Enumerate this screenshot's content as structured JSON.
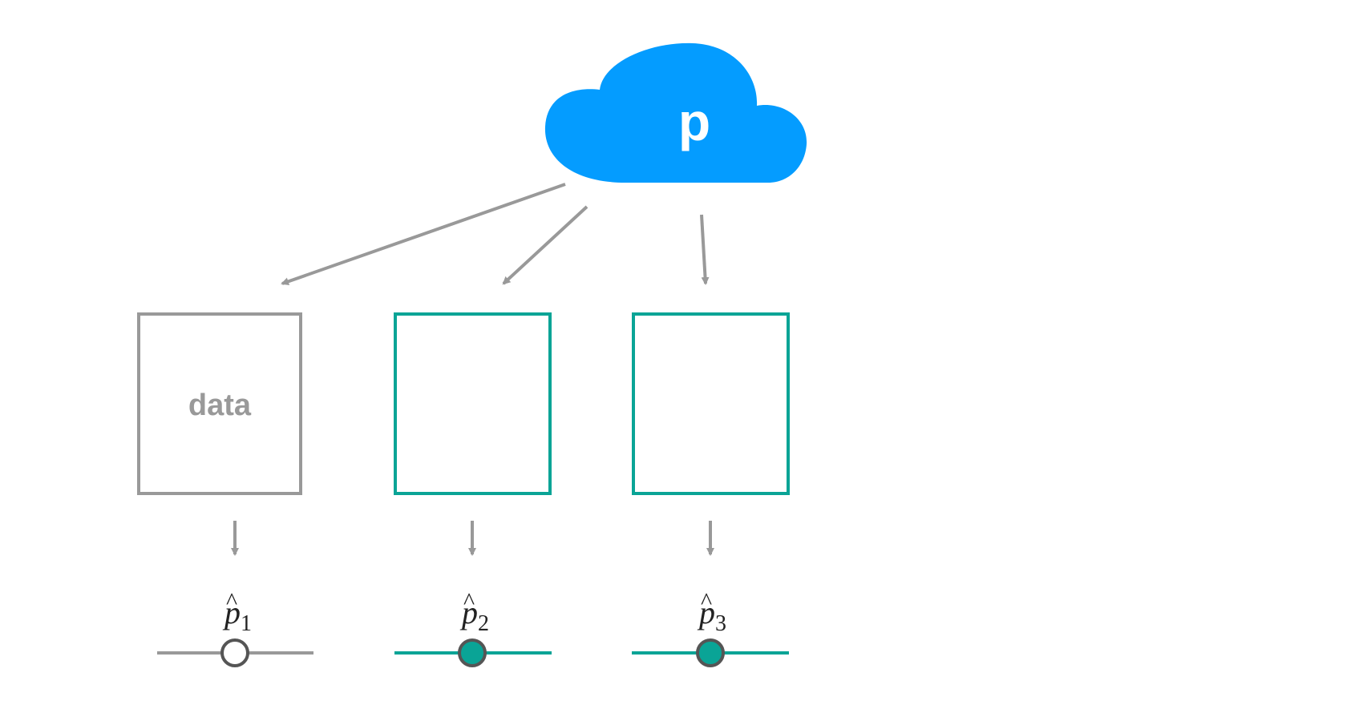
{
  "colors": {
    "cloud": "#049cff",
    "neutral": "#999999",
    "accent": "#0aa496",
    "marker_outline": "#555555",
    "marker_empty": "#ffffff",
    "marker_filled": "#0aa496"
  },
  "icons": {
    "population": "cloud-icon"
  },
  "population": {
    "label": "p"
  },
  "samples": [
    {
      "label": "data",
      "estimate_base": "p",
      "estimate_hat": "^",
      "estimate_sub": "1",
      "marker": "empty"
    },
    {
      "label": "",
      "estimate_base": "p",
      "estimate_hat": "^",
      "estimate_sub": "2",
      "marker": "filled"
    },
    {
      "label": "",
      "estimate_base": "p",
      "estimate_hat": "^",
      "estimate_sub": "3",
      "marker": "filled"
    }
  ]
}
